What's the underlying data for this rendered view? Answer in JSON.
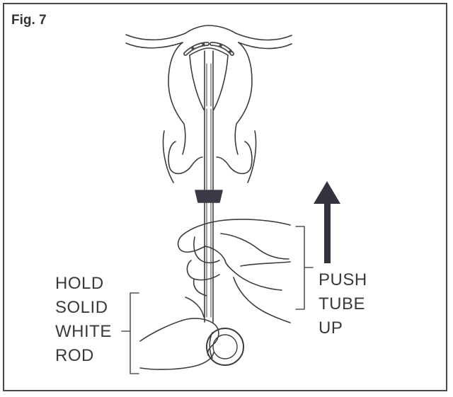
{
  "figure": {
    "label": "Fig. 7",
    "hold_caption": [
      "HOLD",
      "SOLID",
      "WHITE",
      "ROD"
    ],
    "push_caption": [
      "PUSH",
      "TUBE",
      "UP"
    ]
  },
  "colors": {
    "stroke": "#3c3c3c",
    "dark": "#3a3a46",
    "arrow": "#333340",
    "iud_arms": "#4a4a4a"
  },
  "icons": [
    "upward-arrow-icon"
  ]
}
